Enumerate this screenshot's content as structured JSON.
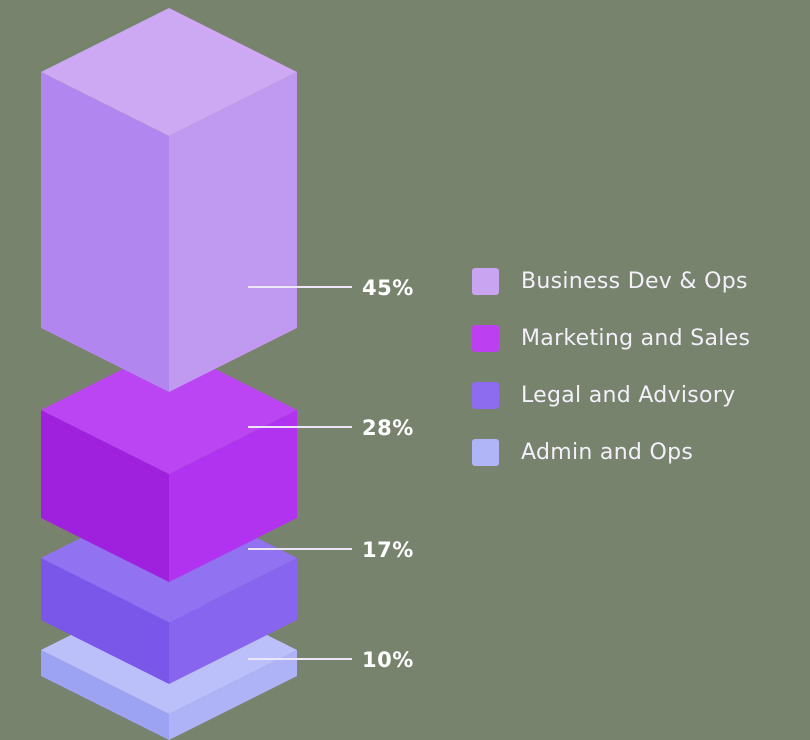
{
  "background_color": "#78836e",
  "chart_data": {
    "type": "bar",
    "variant": "3d-isometric-stacked",
    "title": "",
    "unit": "%",
    "categories": [
      "Business Dev & Ops",
      "Marketing and Sales",
      "Legal and Advisory",
      "Admin and Ops"
    ],
    "values": [
      45,
      28,
      17,
      10
    ],
    "legend_position": "right",
    "grid": false,
    "segments": [
      {
        "label": "Business Dev & Ops",
        "value": 45,
        "display": "45%",
        "colors": {
          "top": "#cda9f3",
          "left": "#b286ef",
          "right": "#c09af1",
          "legend": "#c9a4f1"
        }
      },
      {
        "label": "Marketing and Sales",
        "value": 28,
        "display": "28%",
        "colors": {
          "top": "#bb45f3",
          "left": "#9f20dd",
          "right": "#b133ef",
          "legend": "#bc3ff2"
        }
      },
      {
        "label": "Legal and Advisory",
        "value": 17,
        "display": "17%",
        "colors": {
          "top": "#9173f2",
          "left": "#7a57e9",
          "right": "#8765ee",
          "legend": "#8d6cf0"
        }
      },
      {
        "label": "Admin and Ops",
        "value": 10,
        "display": "10%",
        "colors": {
          "top": "#bcc0fa",
          "left": "#9da3f3",
          "right": "#aeb3f7",
          "legend": "#b0b5f8"
        }
      }
    ],
    "leader_line_color": "#ece5fb",
    "label_color": "#ffffff",
    "legend_text_color": "#f3f0fa"
  }
}
